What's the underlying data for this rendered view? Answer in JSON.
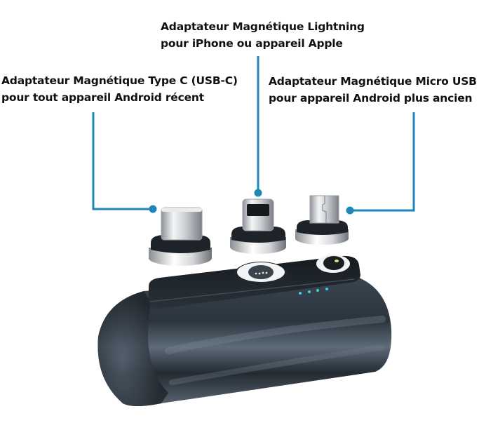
{
  "labels": {
    "lightning": {
      "line1": "Adaptateur Magnétique Lightning",
      "line2": "pour iPhone ou appareil Apple"
    },
    "usbc": {
      "line1": "Adaptateur Magnétique Type C (USB-C)",
      "line2": "pour tout appareil Android récent"
    },
    "micro_usb": {
      "line1": "Adaptateur Magnétique Micro USB",
      "line2": "pour appareil Android plus ancien"
    }
  },
  "colors": {
    "callout_line": "#1e86b8",
    "text": "#111111",
    "device_body": "#2f3a45",
    "led": "#3fd0e0"
  },
  "device": {
    "led_count": 4
  }
}
